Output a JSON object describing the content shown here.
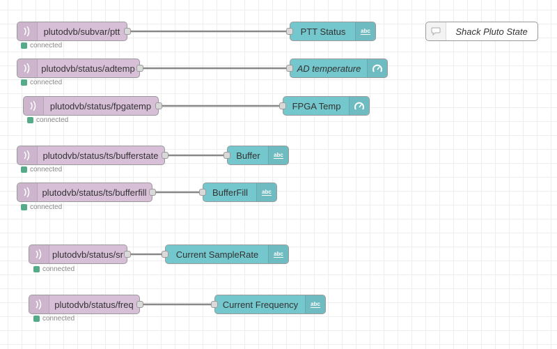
{
  "flow": {
    "wire_color": "#888888",
    "input_nodes": [
      {
        "topic": "plutodvb/subvar/ptt",
        "status": "connected"
      },
      {
        "topic": "plutodvb/status/adtemp",
        "status": "connected"
      },
      {
        "topic": "plutodvb/status/fpgatemp",
        "status": "connected"
      },
      {
        "topic": "plutodvb/status/ts/bufferstate",
        "status": "connected"
      },
      {
        "topic": "plutodvb/status/ts/bufferfill",
        "status": "connected"
      },
      {
        "topic": "plutodvb/status/sr",
        "status": "connected"
      },
      {
        "topic": "plutodvb/status/freq",
        "status": "connected"
      }
    ],
    "output_nodes": [
      {
        "label": "PTT Status",
        "icon": "text-abc-icon"
      },
      {
        "label": "AD temperature",
        "icon": "gauge-icon"
      },
      {
        "label": "FPGA Temp",
        "icon": "gauge-icon"
      },
      {
        "label": "Buffer",
        "icon": "text-abc-icon"
      },
      {
        "label": "BufferFill",
        "icon": "text-abc-icon"
      },
      {
        "label": "Current SampleRate",
        "icon": "text-abc-icon"
      },
      {
        "label": "Current Frequency",
        "icon": "text-abc-icon"
      }
    ],
    "comment_node": {
      "label": "Shack Pluto State",
      "icon": "comment-icon"
    },
    "colors": {
      "mqtt_node": "#d8bfd8",
      "dashboard_node": "#74c7cc",
      "status_connected": "#55aa88"
    }
  }
}
